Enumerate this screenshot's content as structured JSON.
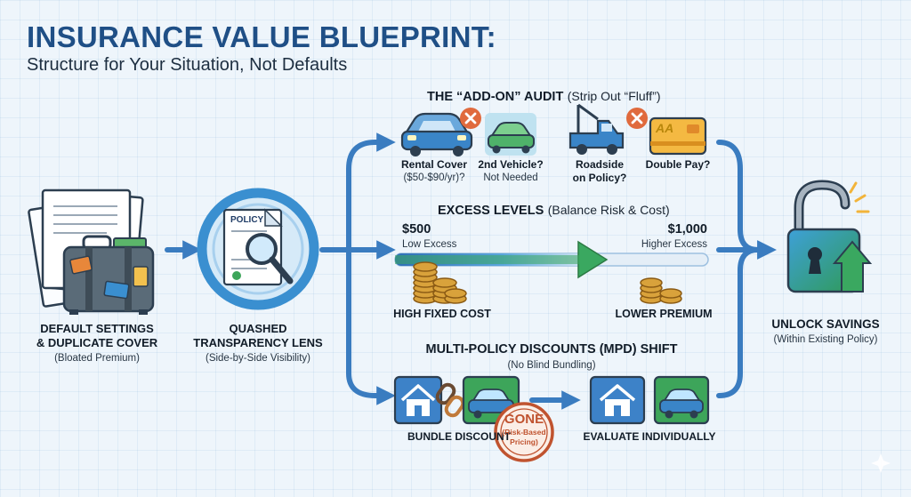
{
  "header": {
    "title": "INSURANCE VALUE BLUEPRINT:",
    "subtitle": "Structure for Your Situation, Not Defaults"
  },
  "stage_defaults": {
    "title_line1": "DEFAULT SETTINGS",
    "title_line2": "& DUPLICATE COVER",
    "caption": "(Bloated Premium)"
  },
  "stage_lens": {
    "icon_label": "POLICY",
    "title_line1": "QUASHED",
    "title_line2": "TRANSPARENCY LENS",
    "caption": "(Side-by-Side Visibility)"
  },
  "addon_audit": {
    "heading_bold": "THE “ADD-ON” AUDIT",
    "heading_note": "(Strip Out “Fluff”)",
    "items": [
      {
        "line1": "Rental Cover",
        "line2": "($50-$90/yr)?"
      },
      {
        "line1": "2nd Vehicle?",
        "line2": "Not Needed"
      },
      {
        "line1": "Roadside",
        "line2": "on Policy?"
      },
      {
        "line1": "Double Pay?",
        "line2": ""
      }
    ],
    "card_brand": "AA"
  },
  "excess_levels": {
    "heading_bold": "EXCESS LEVELS",
    "heading_note": "(Balance Risk & Cost)",
    "low_value": "$500",
    "low_label": "Low Excess",
    "high_value": "$1,000",
    "high_label": "Higher Excess",
    "left_caption": "HIGH FIXED COST",
    "right_caption": "LOWER PREMIUM"
  },
  "mpd": {
    "heading": "MULTI-POLICY DISCOUNTS (MPD) SHIFT",
    "subheading": "(No Blind Bundling)",
    "bundle_label": "BUNDLE DISCOUNT",
    "evaluate_label": "EVALUATE INDIVIDUALLY",
    "stamp_main": "GONE",
    "stamp_line1": "(Risk-Based",
    "stamp_line2": "Pricing)"
  },
  "stage_unlock": {
    "title": "UNLOCK SAVINGS",
    "caption": "(Within Existing Policy)"
  },
  "colors": {
    "title_blue": "#1f4f86",
    "flow_blue": "#3a7cc0",
    "house_blue": "#3d82c8",
    "car_green": "#3da55a",
    "reject_orange": "#e06a3d",
    "lock_green": "#2f9a56"
  }
}
